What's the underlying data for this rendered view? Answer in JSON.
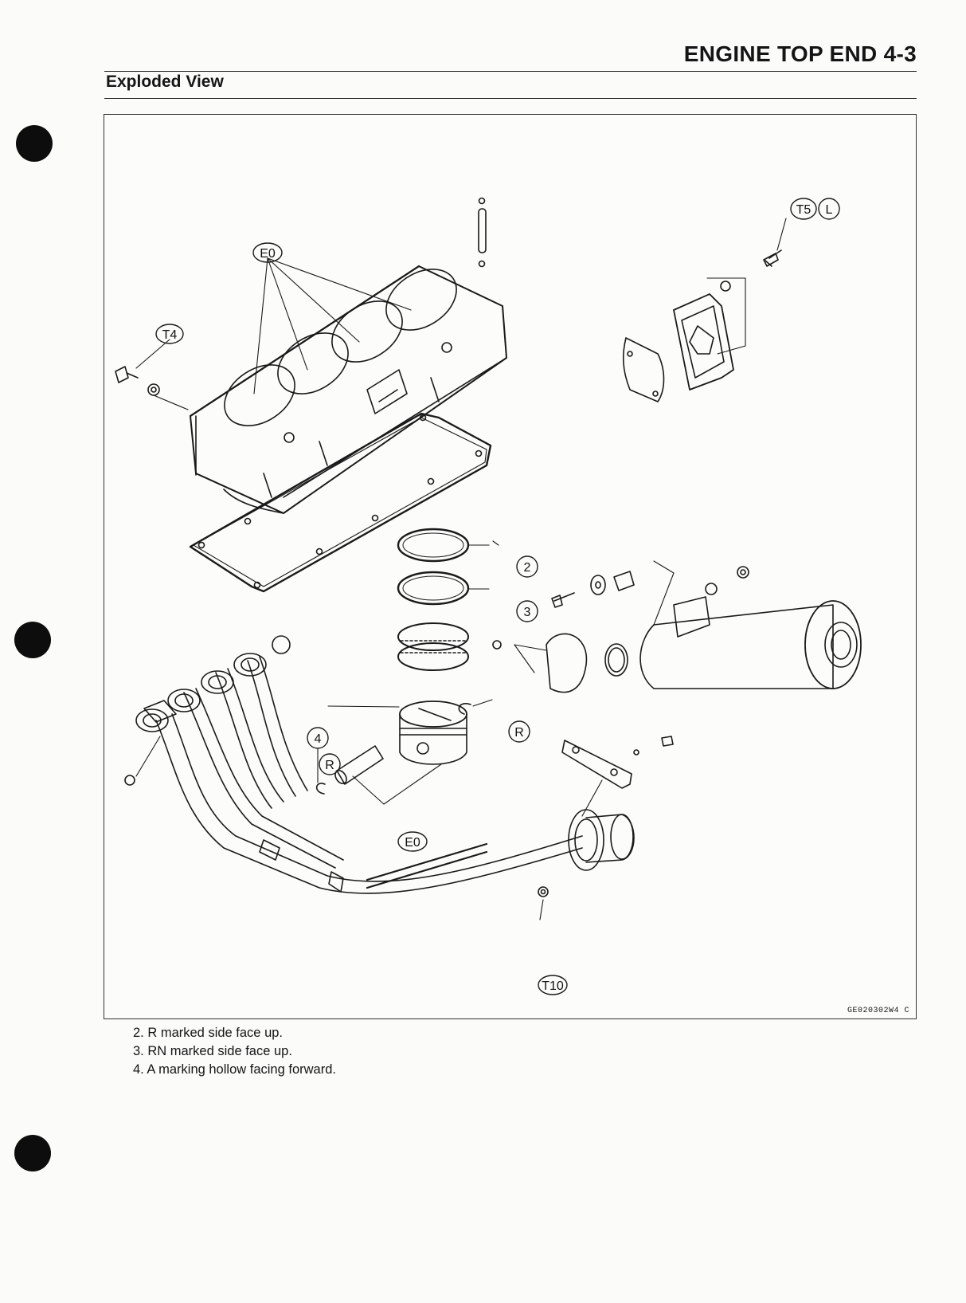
{
  "header": {
    "chapter_title": "ENGINE TOP END 4-3",
    "section_title": "Exploded View"
  },
  "figure": {
    "callouts": {
      "e0_top": "E0",
      "e0_bottom": "E0",
      "t4": "T4",
      "t5": "T5",
      "l": "L",
      "t10": "T10",
      "part_2": "2",
      "part_3": "3",
      "part_4": "4",
      "r_right": "R",
      "r_left": "R"
    },
    "figure_id": "GE020302W4 C"
  },
  "notes": [
    "2. R marked side face up.",
    "3. RN marked side face up.",
    "4. A marking hollow facing forward."
  ]
}
